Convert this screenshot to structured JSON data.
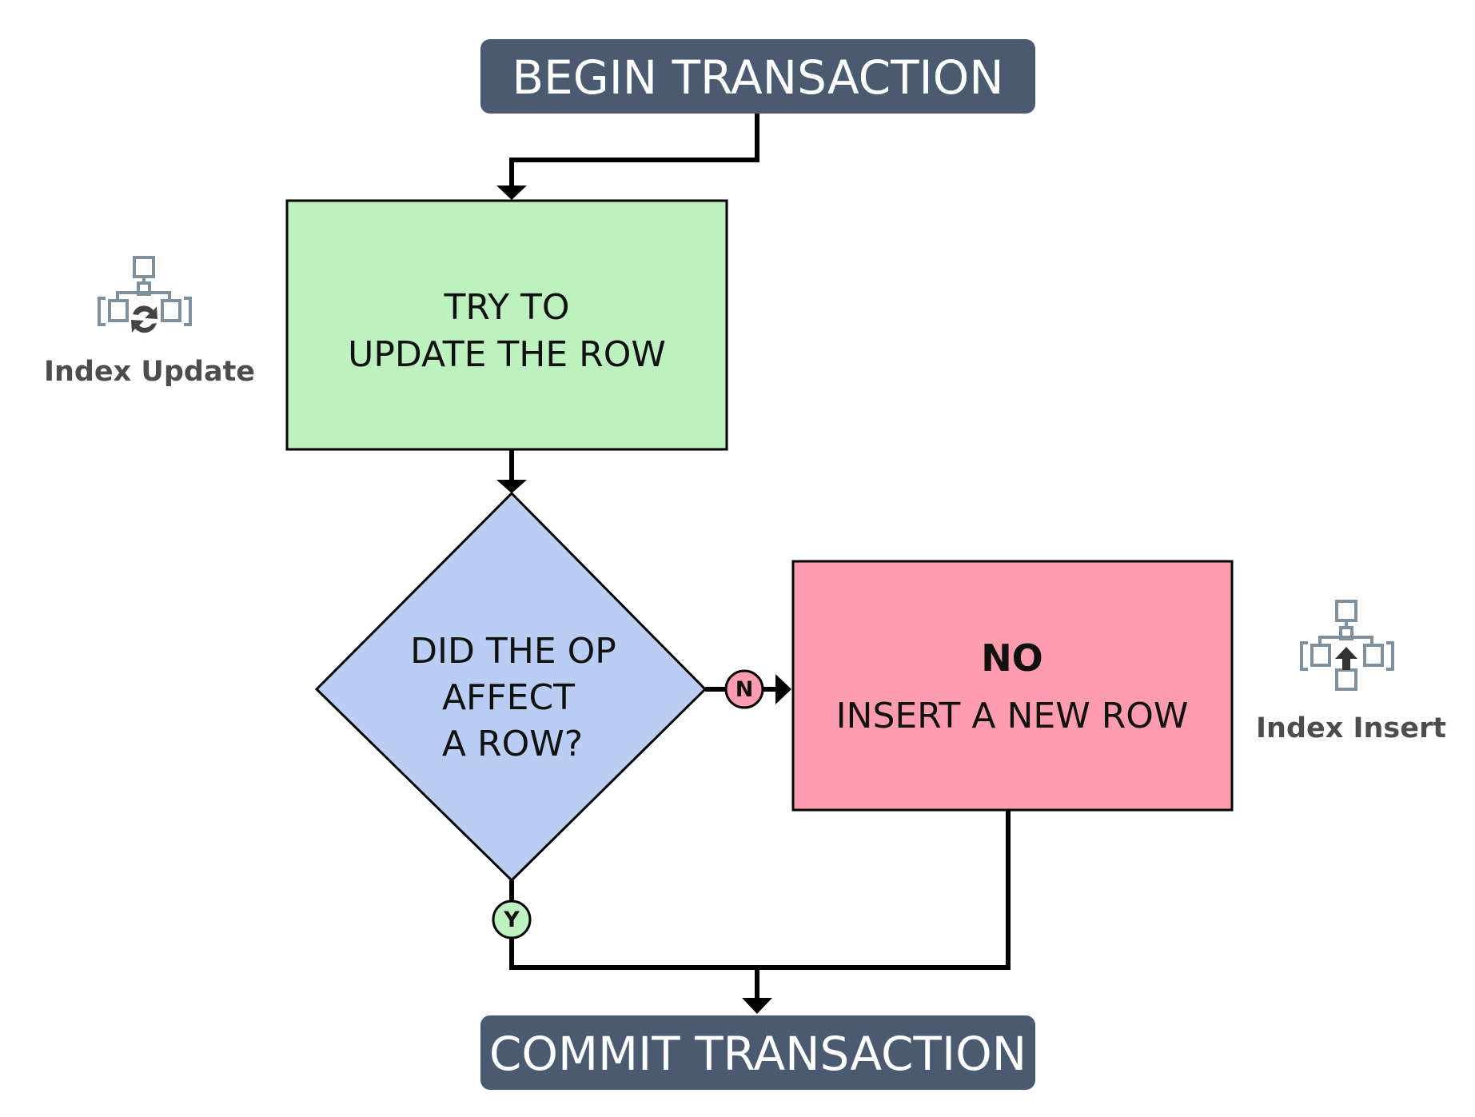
{
  "nodes": {
    "begin": {
      "label": "BEGIN TRANSACTION"
    },
    "update": {
      "line1": "TRY TO",
      "line2": "UPDATE THE ROW"
    },
    "decision": {
      "line1": "DID THE OP",
      "line2": "AFFECT",
      "line3": "A ROW?"
    },
    "insert": {
      "line1": "NO",
      "line2": "INSERT A NEW ROW"
    },
    "commit": {
      "label": "COMMIT TRANSACTION"
    }
  },
  "badges": {
    "no": "N",
    "yes": "Y"
  },
  "icons": {
    "update": {
      "name": "index-update-icon",
      "label": "Index Update"
    },
    "insert": {
      "name": "index-insert-icon",
      "label": "Index Insert"
    }
  },
  "colors": {
    "terminal": "#4a5a70",
    "update": "#bdf2c0",
    "decision": "#bacdf3",
    "insert": "#ff9dae",
    "badge_no": "#ff9dae",
    "badge_yes": "#bdf2c0",
    "icon": "#7f919f",
    "icon_label": "#4d4d4d"
  }
}
